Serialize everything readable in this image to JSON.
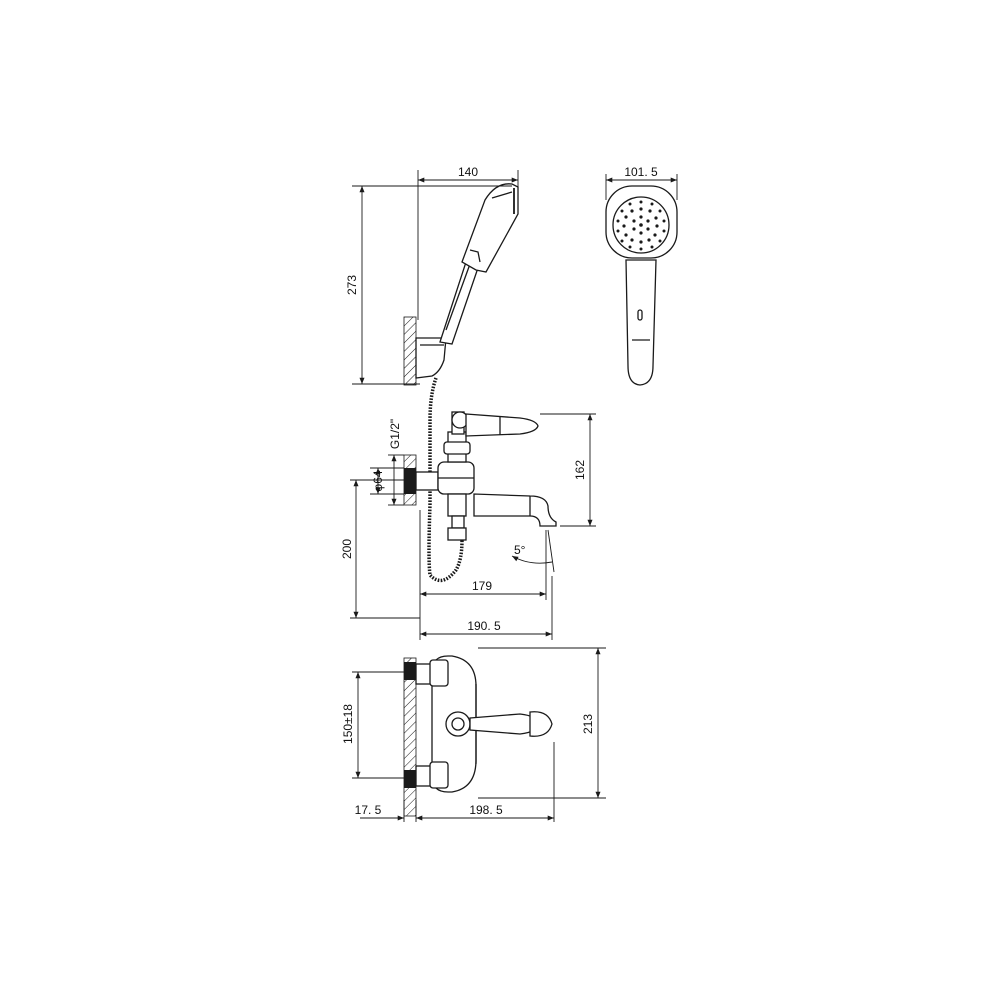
{
  "dimensions": {
    "shower_width": "140",
    "head_diameter": "101. 5",
    "total_height": "273",
    "thread": "G1/2\"",
    "flange_diameter": "φ64",
    "lever_height": "162",
    "spout_height": "200",
    "spout_angle": "5°",
    "spout_reach": "179",
    "body_depth": "190. 5",
    "inlet_spacing": "150±18",
    "body_height": "213",
    "wall_offset": "17. 5",
    "total_depth": "198. 5"
  }
}
